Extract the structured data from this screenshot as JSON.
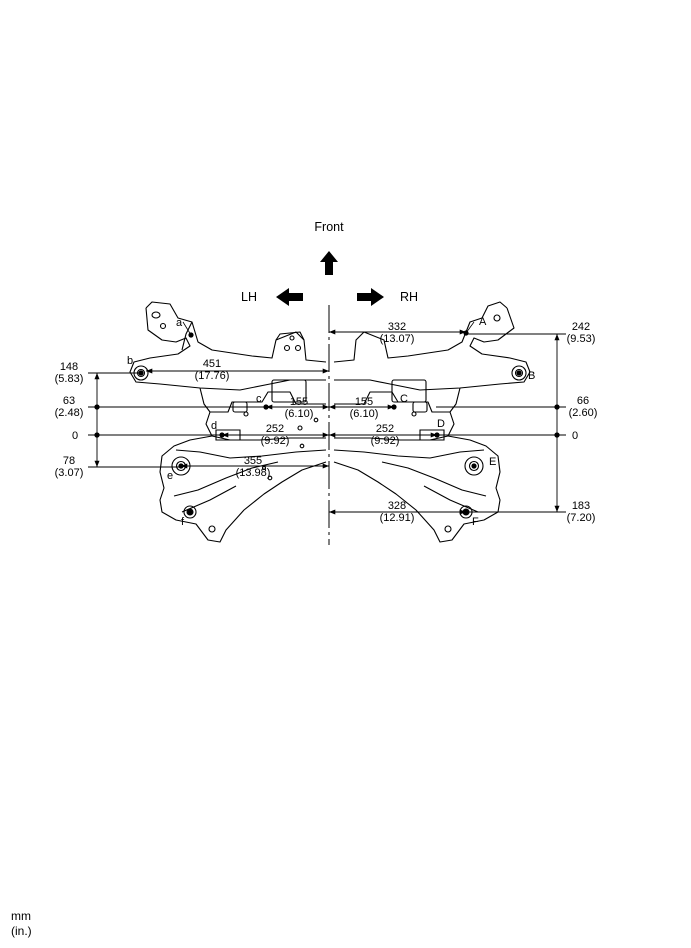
{
  "directions": {
    "front": "Front",
    "left": "LH",
    "right": "RH"
  },
  "dimensions": {
    "d332": {
      "mm": "332",
      "in": "(13.07)"
    },
    "d242": {
      "mm": "242",
      "in": "(9.53)"
    },
    "d148": {
      "mm": "148",
      "in": "(5.83)"
    },
    "d451": {
      "mm": "451",
      "in": "(17.76)"
    },
    "d63": {
      "mm": "63",
      "in": "(2.48)"
    },
    "d155l": {
      "mm": "155",
      "in": "(6.10)"
    },
    "d155r": {
      "mm": "155",
      "in": "(6.10)"
    },
    "d66": {
      "mm": "66",
      "in": "(2.60)"
    },
    "zero_left": "0",
    "zero_right": "0",
    "d252l": {
      "mm": "252",
      "in": "(9.92)"
    },
    "d252r": {
      "mm": "252",
      "in": "(9.92)"
    },
    "d78": {
      "mm": "78",
      "in": "(3.07)"
    },
    "d355": {
      "mm": "355",
      "in": "(13.98)"
    },
    "d328": {
      "mm": "328",
      "in": "(12.91)"
    },
    "d183": {
      "mm": "183",
      "in": "(7.20)"
    }
  },
  "points": {
    "A": "A",
    "B": "B",
    "C": "C",
    "D": "D",
    "E": "E",
    "F": "F",
    "a": "a",
    "b": "b",
    "c": "c",
    "d": "d",
    "e": "e",
    "f": "f"
  },
  "units": {
    "mm": "mm",
    "in": "(in.)"
  }
}
